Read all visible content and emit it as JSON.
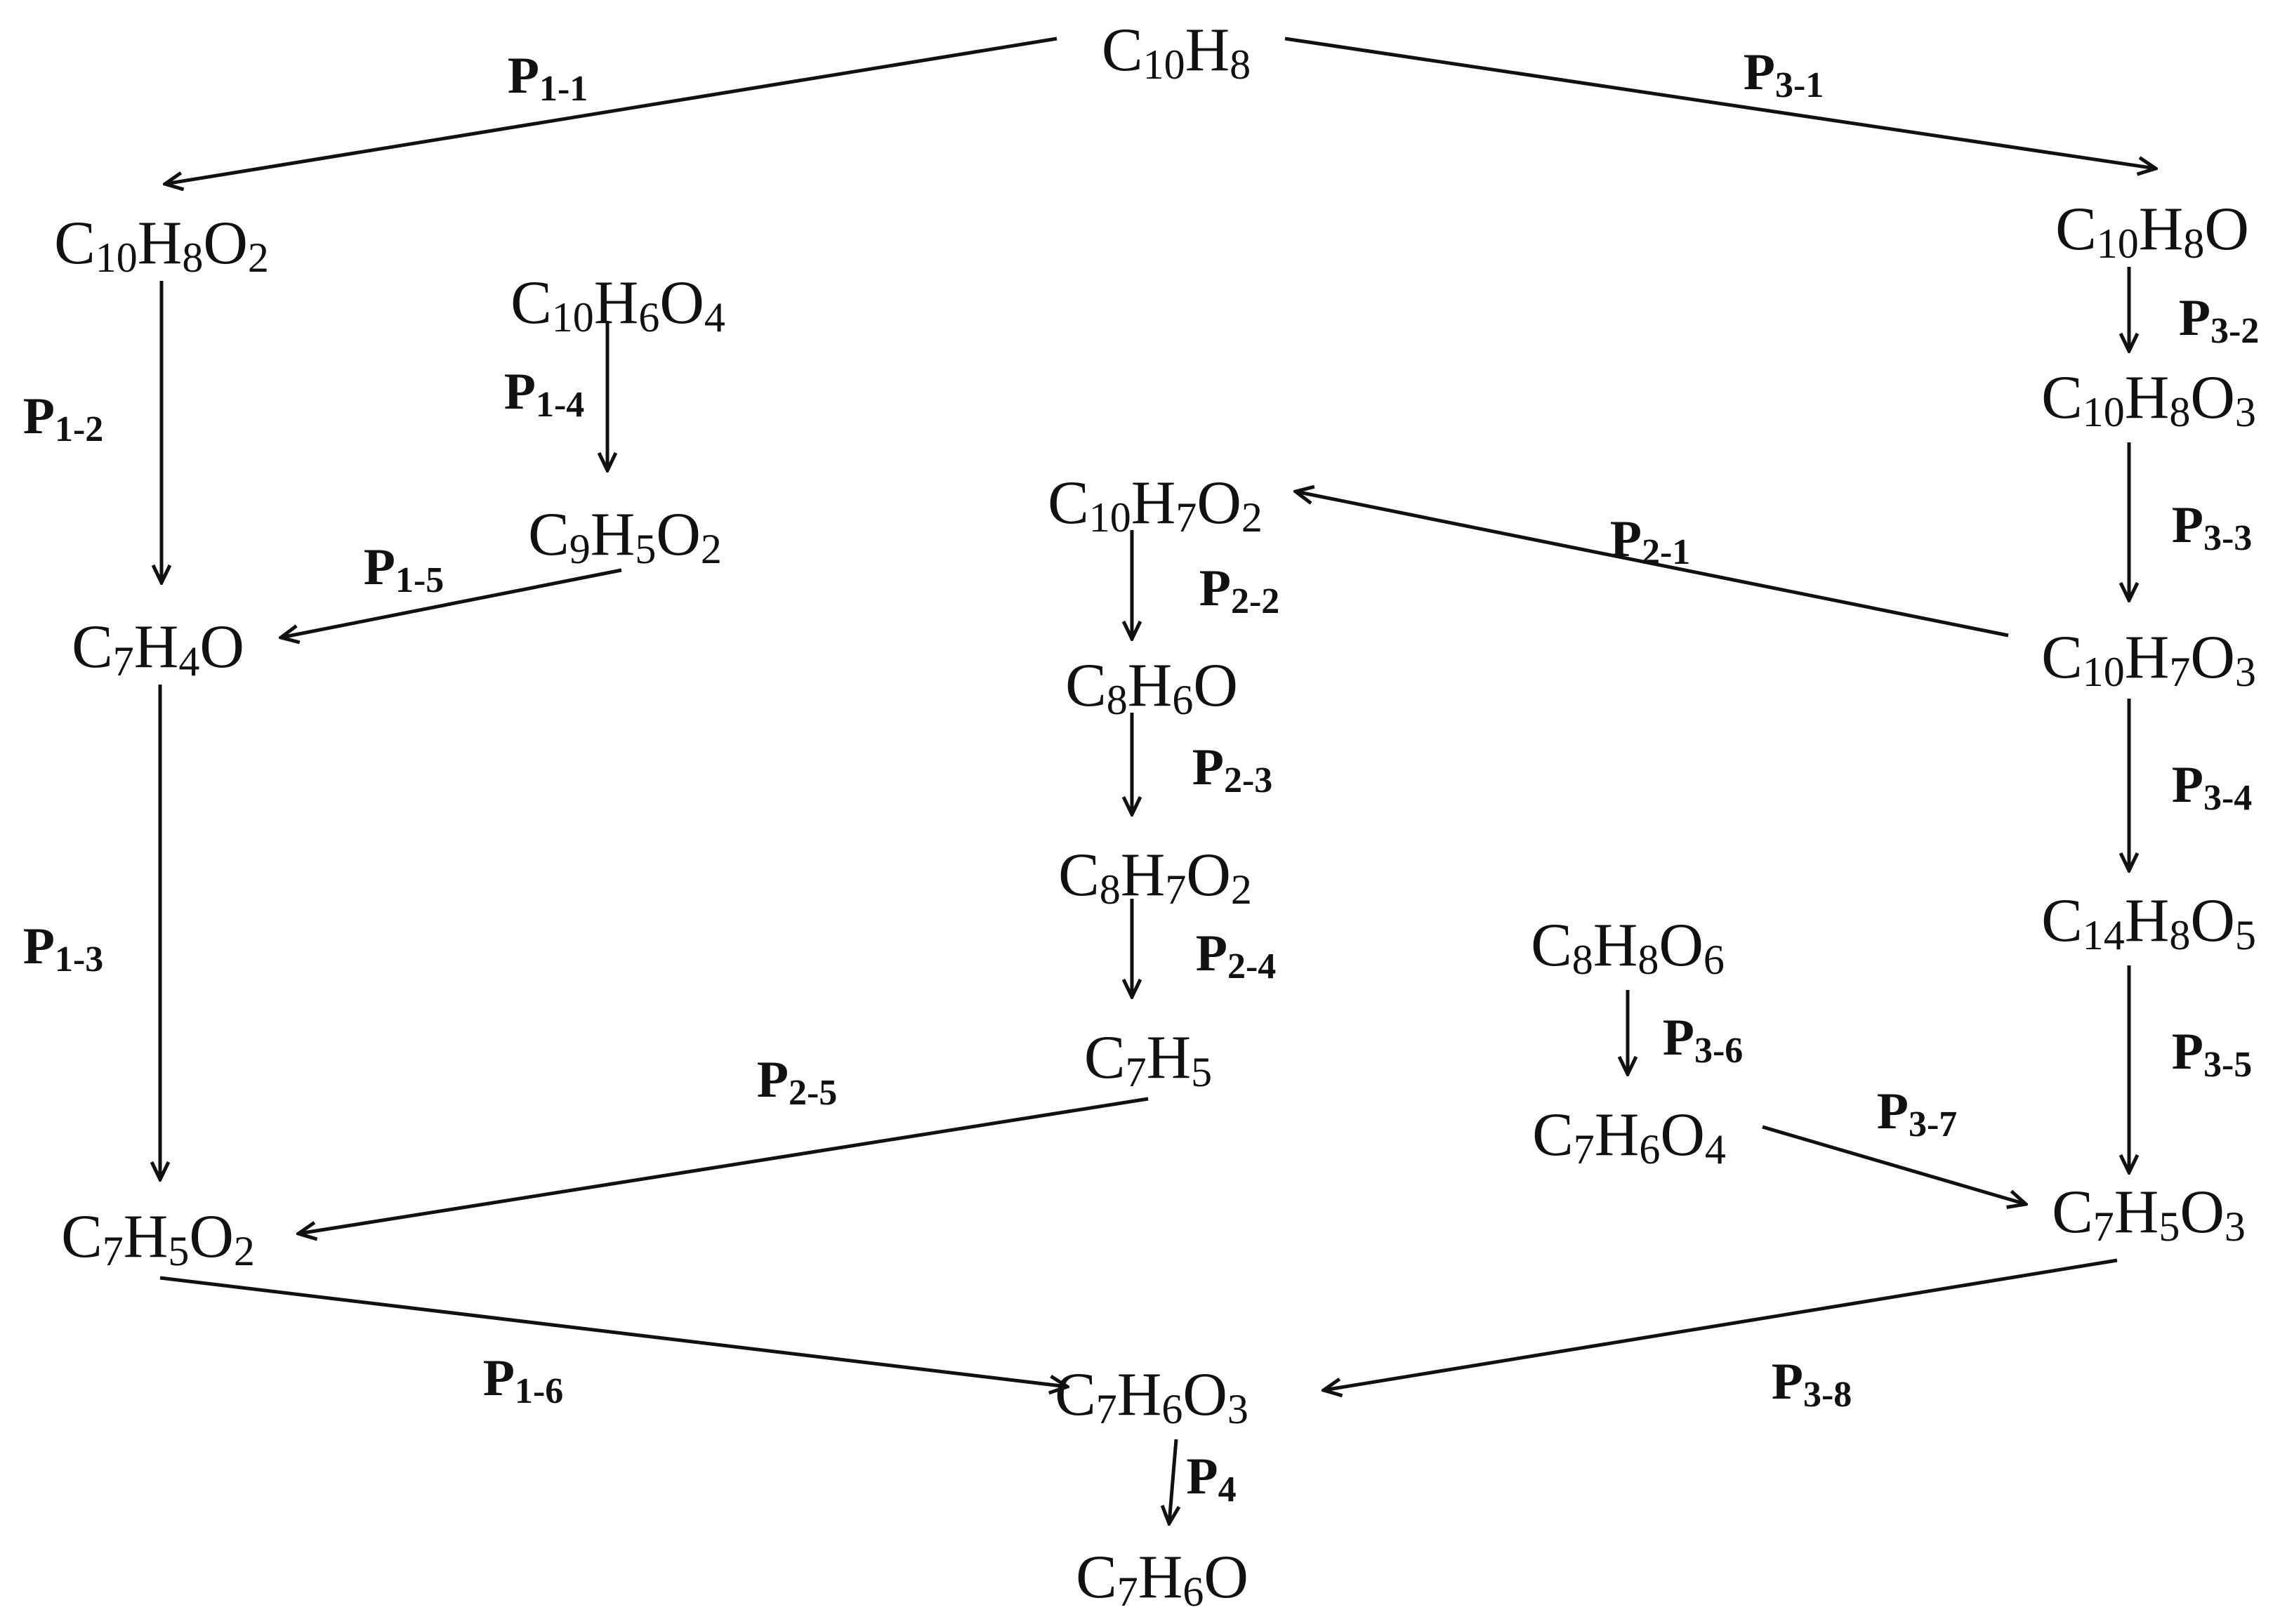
{
  "diagram": {
    "nodes": [
      {
        "id": "naphthalene",
        "parts": [
          [
            "C",
            ""
          ],
          [
            "10",
            "sub"
          ],
          [
            "H",
            ""
          ],
          [
            "8",
            "sub"
          ]
        ]
      },
      {
        "id": "c10h8o2",
        "parts": [
          [
            "C",
            ""
          ],
          [
            "10",
            "sub"
          ],
          [
            "H",
            ""
          ],
          [
            "8",
            "sub"
          ],
          [
            "O",
            ""
          ],
          [
            "2",
            "sub"
          ]
        ]
      },
      {
        "id": "c10h6o4",
        "parts": [
          [
            "C",
            ""
          ],
          [
            "10",
            "sub"
          ],
          [
            "H",
            ""
          ],
          [
            "6",
            "sub"
          ],
          [
            "O",
            ""
          ],
          [
            "4",
            "sub"
          ]
        ]
      },
      {
        "id": "c9h5o2",
        "parts": [
          [
            "C",
            ""
          ],
          [
            "9",
            "sub"
          ],
          [
            "H",
            ""
          ],
          [
            "5",
            "sub"
          ],
          [
            "O",
            ""
          ],
          [
            "2",
            "sub"
          ]
        ]
      },
      {
        "id": "c7h4o",
        "parts": [
          [
            "C",
            ""
          ],
          [
            "7",
            "sub"
          ],
          [
            "H",
            ""
          ],
          [
            "4",
            "sub"
          ],
          [
            "O",
            ""
          ]
        ]
      },
      {
        "id": "c7h5o2",
        "parts": [
          [
            "C",
            ""
          ],
          [
            "7",
            "sub"
          ],
          [
            "H",
            ""
          ],
          [
            "5",
            "sub"
          ],
          [
            "O",
            ""
          ],
          [
            "2",
            "sub"
          ]
        ]
      },
      {
        "id": "c10h7o2",
        "parts": [
          [
            "C",
            ""
          ],
          [
            "10",
            "sub"
          ],
          [
            "H",
            ""
          ],
          [
            "7",
            "sub"
          ],
          [
            "O",
            ""
          ],
          [
            "2",
            "sub"
          ]
        ]
      },
      {
        "id": "c8h6o",
        "parts": [
          [
            "C",
            ""
          ],
          [
            "8",
            "sub"
          ],
          [
            "H",
            ""
          ],
          [
            "6",
            "sub"
          ],
          [
            "O",
            ""
          ]
        ]
      },
      {
        "id": "c8h7o2",
        "parts": [
          [
            "C",
            ""
          ],
          [
            "8",
            "sub"
          ],
          [
            "H",
            ""
          ],
          [
            "7",
            "sub"
          ],
          [
            "O",
            ""
          ],
          [
            "2",
            "sub"
          ]
        ]
      },
      {
        "id": "c7h5",
        "parts": [
          [
            "C",
            ""
          ],
          [
            "7",
            "sub"
          ],
          [
            "H",
            ""
          ],
          [
            "5",
            "sub"
          ]
        ]
      },
      {
        "id": "c10h8o",
        "parts": [
          [
            "C",
            ""
          ],
          [
            "10",
            "sub"
          ],
          [
            "H",
            ""
          ],
          [
            "8",
            "sub"
          ],
          [
            "O",
            ""
          ]
        ]
      },
      {
        "id": "c10h8o3",
        "parts": [
          [
            "C",
            ""
          ],
          [
            "10",
            "sub"
          ],
          [
            "H",
            ""
          ],
          [
            "8",
            "sub"
          ],
          [
            "O",
            ""
          ],
          [
            "3",
            "sub"
          ]
        ]
      },
      {
        "id": "c10h7o3",
        "parts": [
          [
            "C",
            ""
          ],
          [
            "10",
            "sub"
          ],
          [
            "H",
            ""
          ],
          [
            "7",
            "sub"
          ],
          [
            "O",
            ""
          ],
          [
            "3",
            "sub"
          ]
        ]
      },
      {
        "id": "c14h8o5",
        "parts": [
          [
            "C",
            ""
          ],
          [
            "14",
            "sub"
          ],
          [
            "H",
            ""
          ],
          [
            "8",
            "sub"
          ],
          [
            "O",
            ""
          ],
          [
            "5",
            "sub"
          ]
        ]
      },
      {
        "id": "c8h8o6",
        "parts": [
          [
            "C",
            ""
          ],
          [
            "8",
            "sub"
          ],
          [
            "H",
            ""
          ],
          [
            "8",
            "sub"
          ],
          [
            "O",
            ""
          ],
          [
            "6",
            "sub"
          ]
        ]
      },
      {
        "id": "c7h6o4",
        "parts": [
          [
            "C",
            ""
          ],
          [
            "7",
            "sub"
          ],
          [
            "H",
            ""
          ],
          [
            "6",
            "sub"
          ],
          [
            "O",
            ""
          ],
          [
            "4",
            "sub"
          ]
        ]
      },
      {
        "id": "c7h5o3",
        "parts": [
          [
            "C",
            ""
          ],
          [
            "7",
            "sub"
          ],
          [
            "H",
            ""
          ],
          [
            "5",
            "sub"
          ],
          [
            "O",
            ""
          ],
          [
            "3",
            "sub"
          ]
        ]
      },
      {
        "id": "c7h6o3",
        "parts": [
          [
            "C",
            ""
          ],
          [
            "7",
            "sub"
          ],
          [
            "H",
            ""
          ],
          [
            "6",
            "sub"
          ],
          [
            "O",
            ""
          ],
          [
            "3",
            "sub"
          ]
        ]
      },
      {
        "id": "c7h6o",
        "parts": [
          [
            "C",
            ""
          ],
          [
            "7",
            "sub"
          ],
          [
            "H",
            ""
          ],
          [
            "6",
            "sub"
          ],
          [
            "O",
            ""
          ]
        ]
      }
    ],
    "edges": [
      {
        "id": "p1-1",
        "from": "naphthalene",
        "to": "c10h8o2",
        "label": [
          "P",
          "1-1"
        ]
      },
      {
        "id": "p1-2",
        "from": "c10h8o2",
        "to": "c7h4o",
        "label": [
          "P",
          "1-2"
        ]
      },
      {
        "id": "p1-3",
        "from": "c7h4o",
        "to": "c7h5o2",
        "label": [
          "P",
          "1-3"
        ]
      },
      {
        "id": "p1-4",
        "from": "c10h6o4",
        "to": "c9h5o2",
        "label": [
          "P",
          "1-4"
        ]
      },
      {
        "id": "p1-5",
        "from": "c9h5o2",
        "to": "c7h4o",
        "label": [
          "P",
          "1-5"
        ]
      },
      {
        "id": "p1-6",
        "from": "c7h5o2",
        "to": "c7h6o3",
        "label": [
          "P",
          "1-6"
        ]
      },
      {
        "id": "p2-1",
        "from": "c10h7o3",
        "to": "c10h7o2",
        "label": [
          "P",
          "2-1"
        ]
      },
      {
        "id": "p2-2",
        "from": "c10h7o2",
        "to": "c8h6o",
        "label": [
          "P",
          "2-2"
        ]
      },
      {
        "id": "p2-3",
        "from": "c8h6o",
        "to": "c8h7o2",
        "label": [
          "P",
          "2-3"
        ]
      },
      {
        "id": "p2-4",
        "from": "c8h7o2",
        "to": "c7h5",
        "label": [
          "P",
          "2-4"
        ]
      },
      {
        "id": "p2-5",
        "from": "c7h5",
        "to": "c7h5o2",
        "label": [
          "P",
          "2-5"
        ]
      },
      {
        "id": "p3-1",
        "from": "naphthalene",
        "to": "c10h8o",
        "label": [
          "P",
          "3-1"
        ]
      },
      {
        "id": "p3-2",
        "from": "c10h8o",
        "to": "c10h8o3",
        "label": [
          "P",
          "3-2"
        ]
      },
      {
        "id": "p3-3",
        "from": "c10h8o3",
        "to": "c10h7o3",
        "label": [
          "P",
          "3-3"
        ]
      },
      {
        "id": "p3-4",
        "from": "c10h7o3",
        "to": "c14h8o5",
        "label": [
          "P",
          "3-4"
        ]
      },
      {
        "id": "p3-5",
        "from": "c14h8o5",
        "to": "c7h5o3",
        "label": [
          "P",
          "3-5"
        ]
      },
      {
        "id": "p3-6",
        "from": "c8h8o6",
        "to": "c7h6o4",
        "label": [
          "P",
          "3-6"
        ]
      },
      {
        "id": "p3-7",
        "from": "c7h6o4",
        "to": "c7h5o3",
        "label": [
          "P",
          "3-7"
        ]
      },
      {
        "id": "p3-8",
        "from": "c7h5o3",
        "to": "c7h6o3",
        "label": [
          "P",
          "3-8"
        ]
      },
      {
        "id": "p4",
        "from": "c7h6o3",
        "to": "c7h6o",
        "label": [
          "P",
          "4"
        ]
      }
    ]
  }
}
